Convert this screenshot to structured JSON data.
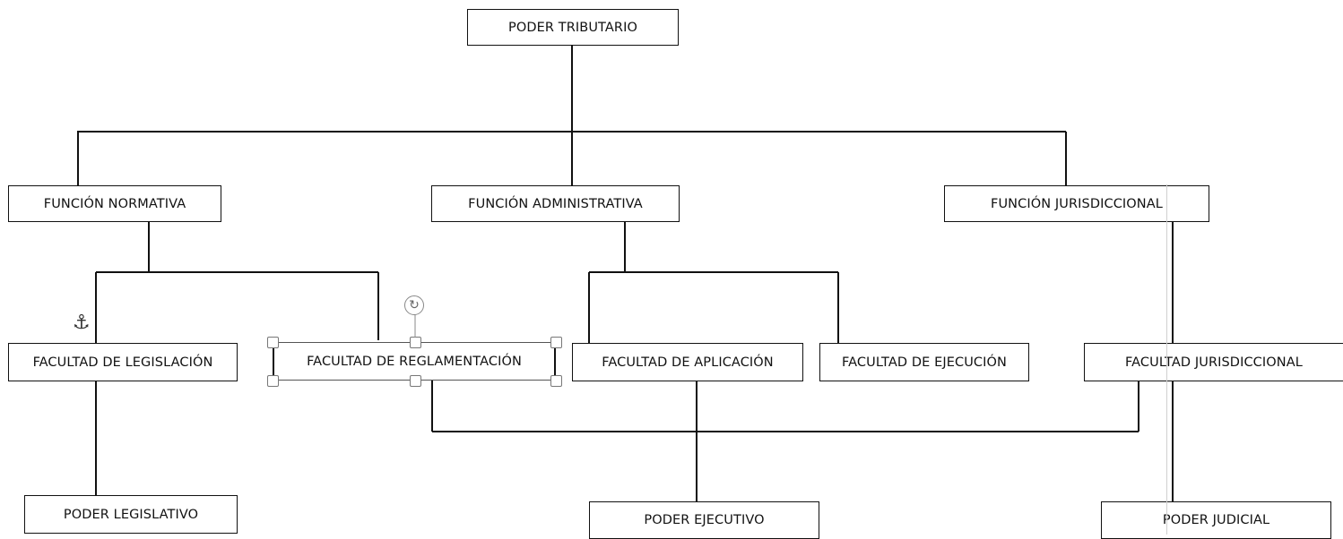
{
  "nodes": {
    "poder_tributario": "PODER TRIBUTARIO",
    "funcion_normativa": "FUNCIÓN NORMATIVA",
    "funcion_administrativa": "FUNCIÓN ADMINISTRATIVA",
    "funcion_jurisdiccional": "FUNCIÓN JURISDICCIONAL",
    "facultad_legislacion": "FACULTAD DE LEGISLACIÓN",
    "facultad_reglamentacion": "FACULTAD DE REGLAMENTACIÓN",
    "facultad_aplicacion": "FACULTAD DE APLICACIÓN",
    "facultad_ejecucion": "FACULTAD DE EJECUCIÓN",
    "facultad_jurisdiccional": "FACULTAD JURISDICCIONAL",
    "poder_legislativo": "PODER LEGISLATIVO",
    "poder_ejecutivo": "PODER EJECUTIVO",
    "poder_judicial": "PODER JUDICIAL"
  },
  "icons": {
    "anchor": "anchor-icon",
    "rotate": "rotate-handle-icon"
  }
}
